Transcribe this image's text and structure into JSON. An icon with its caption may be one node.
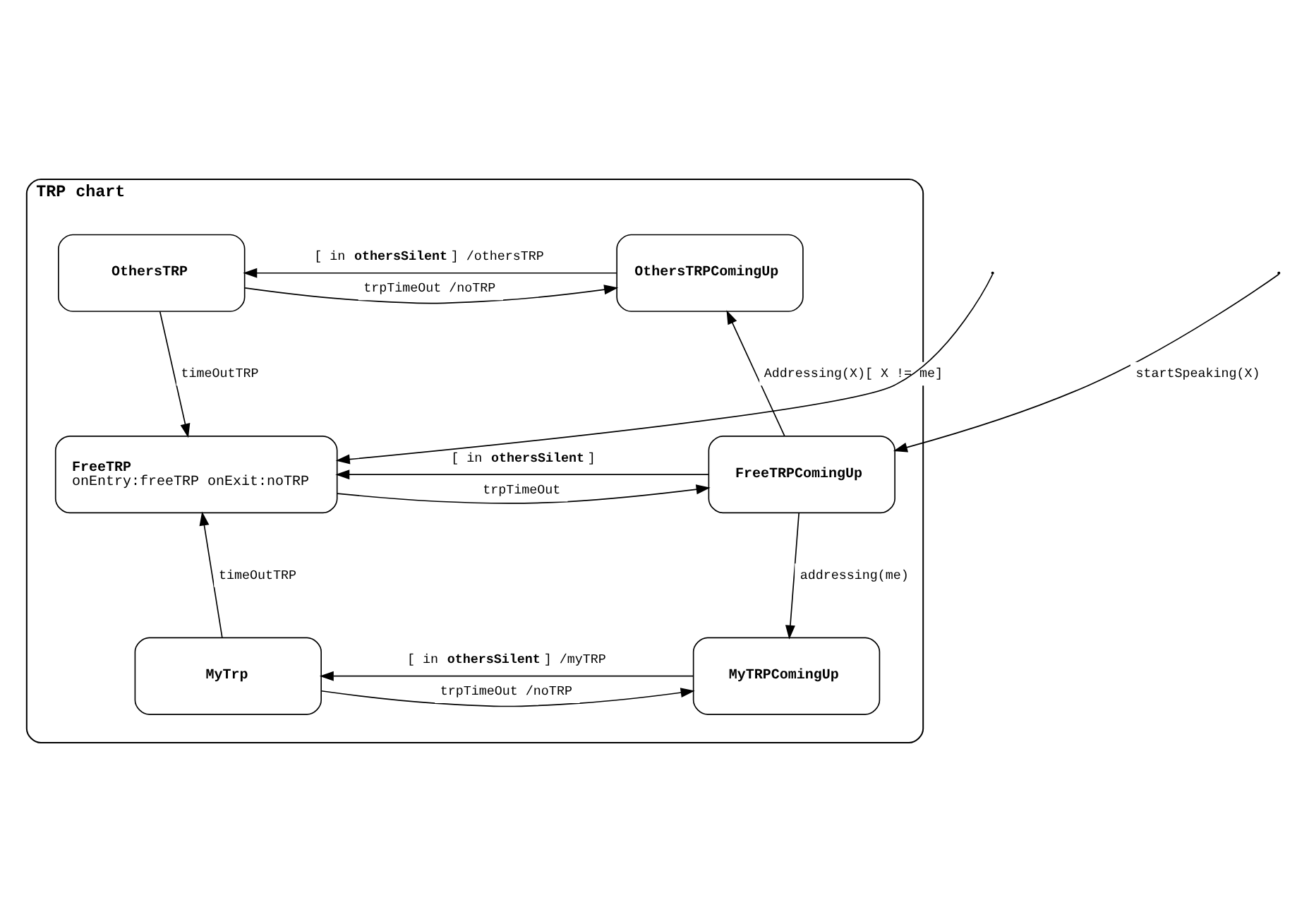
{
  "diagram": {
    "nodes": [
      {
        "text": [
          "TRP chart"
        ]
      },
      {
        "text": [
          "OthersTRPComingUp"
        ],
        "in": 0
      },
      {
        "text": [
          "OthersTRP"
        ],
        "in": 0
      },
      {
        "text": [
          "FreeTRPComingUp"
        ],
        "in": 0
      },
      {
        "text": [
          "FreeTRP",
          "onEntry:freeTRP onExit:noTRP"
        ],
        "in": 0
      },
      {
        "text": [
          "MyTRPComingUp"
        ],
        "in": 0
      },
      {
        "text": [
          "MyTrp"
        ],
        "in": 0
      }
    ],
    "edges": [
      {
        "from": 1,
        "to": 2,
        "arrow": "to",
        "label": "[ in **othersSilent**] /othersTRP"
      },
      {
        "from": 2,
        "to": 1,
        "arrow": "to",
        "label": "trpTimeOut /noTRP"
      },
      {
        "from": 2,
        "to": 4,
        "arrow": "to",
        "label": "timeOutTRP"
      },
      {
        "from": 3,
        "to": 1,
        "arrow": "to",
        "label": "Addressing(X)[ X != me]"
      },
      {
        "from": null,
        "to": 3,
        "arrow": "to",
        "label": "startSpeaking(X)"
      },
      {
        "from": null,
        "to": 4,
        "arrow": "to"
      },
      {
        "from": 4,
        "to": 3,
        "arrow": "to",
        "label": "trpTimeOut"
      },
      {
        "from": 3,
        "to": 4,
        "arrow": "to",
        "label": "[ in **othersSilent**]"
      },
      {
        "from": 3,
        "to": 5,
        "arrow": "to",
        "label": "addressing(me)"
      },
      {
        "from": 6,
        "to": 5,
        "arrow": "to",
        "label": "trpTimeOut /noTRP"
      },
      {
        "from": 6,
        "to": 4,
        "arrow": "to",
        "label": "timeOutTRP"
      },
      {
        "from": 5,
        "to": 6,
        "arrow": "to",
        "label": "[ in **othersSilent**] /myTRP"
      }
    ]
  }
}
